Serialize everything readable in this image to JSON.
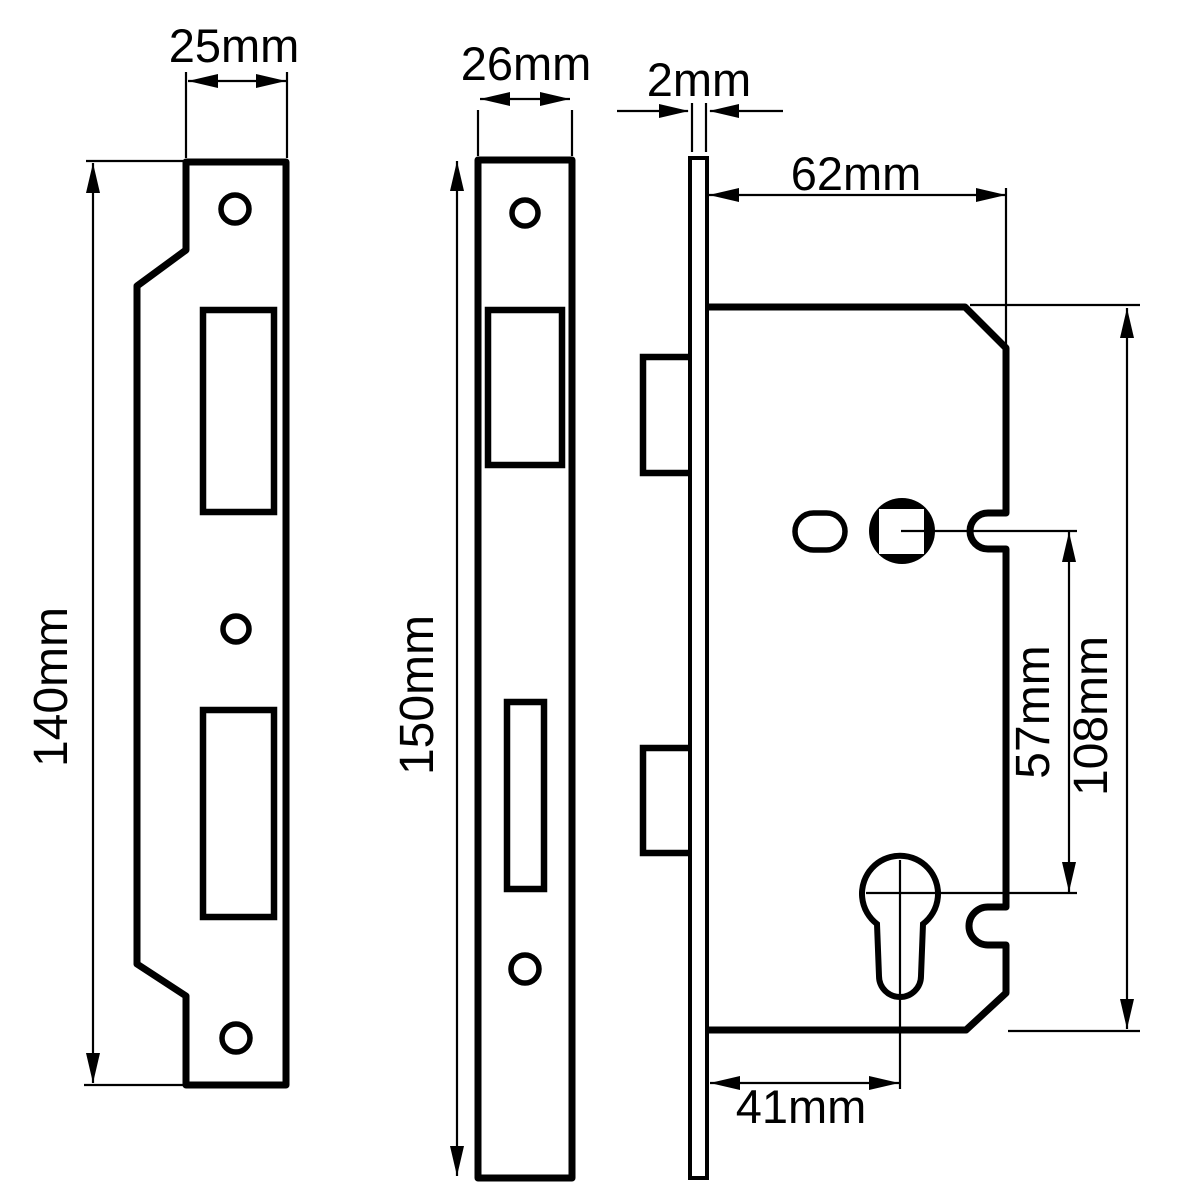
{
  "diagram": {
    "kind": "mortice-lock-technical-drawing",
    "colors": {
      "line": "#000000",
      "background": "#ffffff"
    },
    "views": {
      "strike_plate": {
        "width_label": "25mm",
        "height_label": "140mm"
      },
      "faceplate": {
        "width_label": "26mm",
        "height_label": "150mm"
      },
      "lock_body": {
        "faceplate_thickness_label": "2mm",
        "case_depth_label": "62mm",
        "case_height_label": "108mm",
        "spindle_to_cylinder_label": "57mm",
        "backset_label": "41mm"
      }
    }
  }
}
